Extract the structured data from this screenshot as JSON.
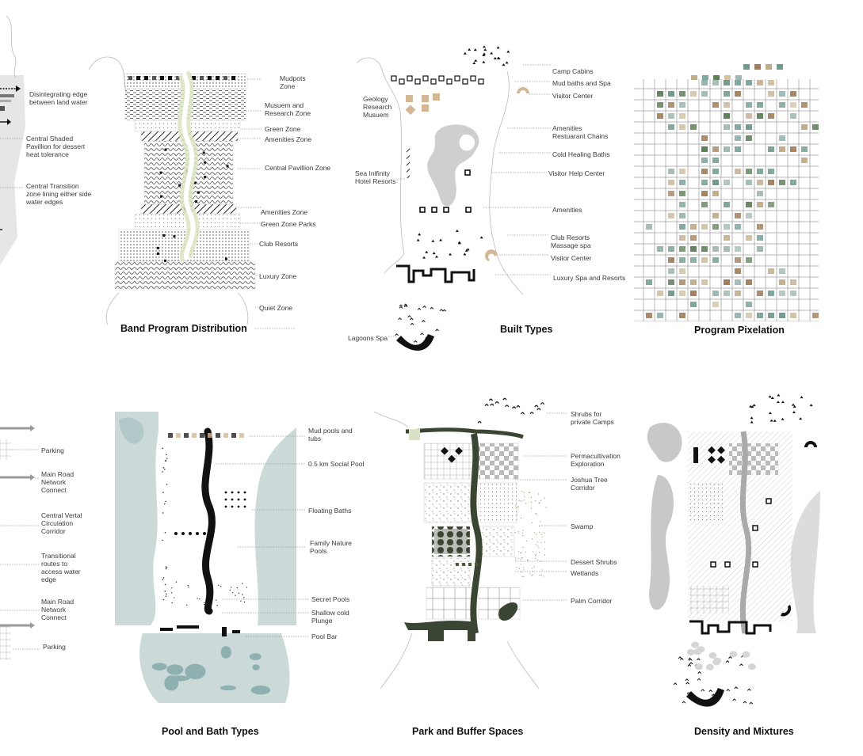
{
  "panels": {
    "p0": {
      "labels": [
        "Disintegrating edge\nbetween land water",
        "Central Shaded\nPavillion for dessert\nheat tolerance",
        "Central Transition\nzone lining either side\nwater edges"
      ]
    },
    "p1": {
      "title": "Band  Program Distribution",
      "labels": [
        "Mudpots\nZone",
        "Musuem and\nResearch Zone",
        "Green  Zone",
        "Amenities Zone",
        "Central Pavillion Zone",
        "Amenities Zone",
        "Green  Zone Parks",
        "Club Resorts",
        "Luxury Zone",
        "Quiet Zone"
      ]
    },
    "p2": {
      "title": "Built Types",
      "labels": [
        "Camp Cabins",
        "Mud baths and Spa",
        "Visitor Center",
        "Geology\nResearch\nMusuem",
        "Amenities\nRestuarant Chains",
        "Cold Healing Baths",
        "Visitor Help Center",
        "Sea Inifinity\nHotel Resorts",
        "Amenities",
        "Club Resorts\nMassage spa",
        "Visitor Center",
        "Luxury Spa and Resorts",
        "Lagoons Spa"
      ]
    },
    "p3": {
      "title": "Program Pixelation"
    },
    "p4": {
      "labels": [
        "Parking",
        "Main Road\nNetwork\nConnect",
        "Central Vertal\nCirculation\nCorridor",
        "Transitional\nroutes to\naccess water\nedge",
        "Main Road\nNetwork\nConnect",
        "Parking"
      ]
    },
    "p5": {
      "title": "Pool and Bath Types",
      "labels": [
        "Mud pools and\ntubs",
        "0.5 km Social Pool",
        "Floating Baths",
        "Family Nature\nPools",
        "Secret Pools",
        "Shallow cold\nPlunge",
        "Pool Bar"
      ]
    },
    "p6": {
      "title": "Park and Buffer Spaces",
      "labels": [
        "Shrubs for\nprivate Camps",
        "Permacultivation\nExploration",
        "Joshua Tree\nCorridor",
        "Swamp",
        "Dessert Shrubs",
        "Wetlands",
        "Palm Corridor"
      ]
    },
    "p7": {
      "title": "Density and Mixtures"
    }
  },
  "colors": {
    "ink": "#111111",
    "leader": "#9a9a9a",
    "water": "#cbd9d9",
    "waterDeep": "#8fb0b0",
    "sage": "#d9e2c4",
    "olive": "#3b4533",
    "tan": "#d4b896",
    "teal": "#5f8f86",
    "brown": "#8e6a4a",
    "greyFill": "#c8c8c8"
  }
}
